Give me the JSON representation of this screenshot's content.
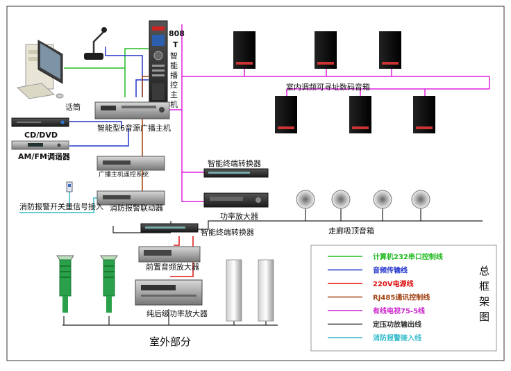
{
  "host_vertical": [
    "808",
    "T",
    "智",
    "能",
    "播",
    "控",
    "主",
    "机"
  ],
  "labels": {
    "mic": "话筒",
    "main_host": "智能型6音源广播主机",
    "cd_dvd": "CD/DVD",
    "amfm": "AM/FM调谐器",
    "remote": "广播主机遥控系统",
    "fire_link": "消防报警联动器",
    "fire_input": "消防报警开关量信号接入",
    "indoor_speakers": "室内调频可寻址数码音箱",
    "converter_1": "智能终端转换器",
    "power_amp": "功率放大器",
    "corridor": "走廊吸顶音箱",
    "converter_2": "智能终端转换器",
    "pre_amp": "前置音频放大器",
    "post_amp": "纯后级功率放大器",
    "outdoor": "室外部分"
  },
  "legend": {
    "items": [
      {
        "label": "计算机232串口控制线",
        "color": "#22bb22"
      },
      {
        "label": "音频传输线",
        "color": "#2233cc"
      },
      {
        "label": "220V电源线",
        "color": "#dd1111"
      },
      {
        "label": "RJ485通讯控制线",
        "color": "#a04010"
      },
      {
        "label": "有线电视75-5线",
        "color": "#cc22cc"
      },
      {
        "label": "定压功放输出线",
        "color": "#333333"
      },
      {
        "label": "消防报警接入线",
        "color": "#33bbcc"
      }
    ],
    "title": [
      "总",
      "框",
      "架",
      "图"
    ]
  },
  "colors": {
    "pink": "#e020e0",
    "green": "#22bb22",
    "blue": "#2233cc",
    "red": "#dd1111",
    "brown": "#a04010",
    "cyan": "#33bbcc",
    "black": "#222222"
  }
}
